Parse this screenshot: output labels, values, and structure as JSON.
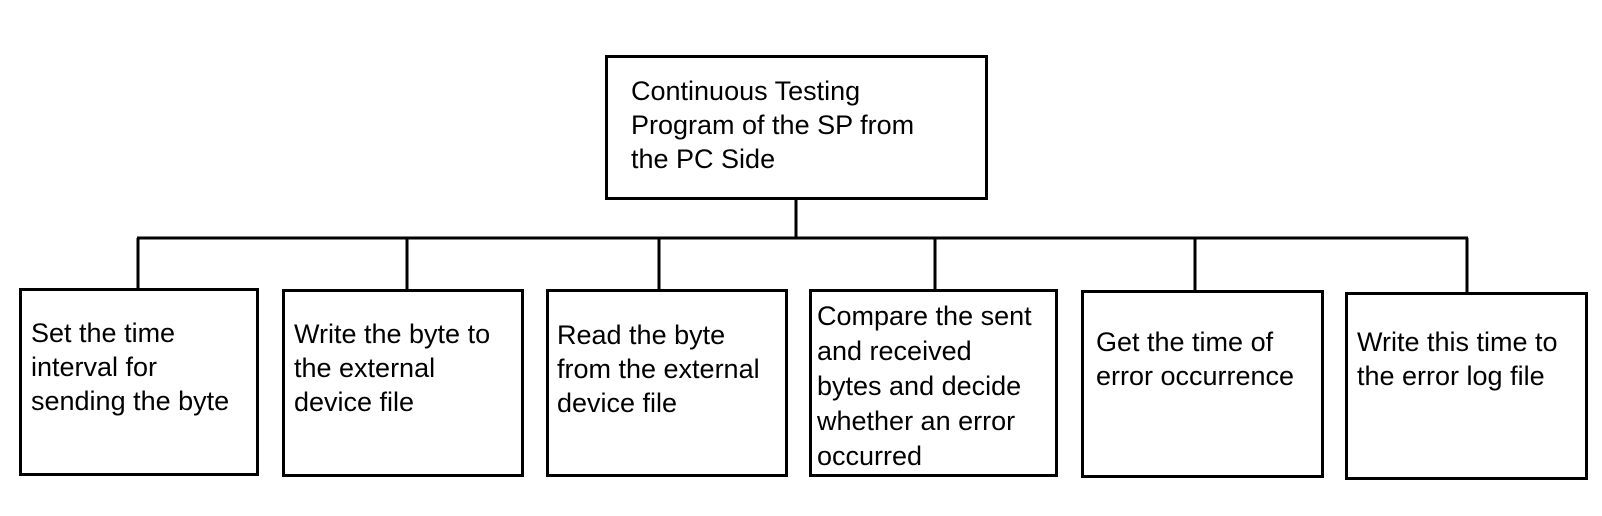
{
  "diagram": {
    "root": {
      "lines": [
        "Continuous Testing",
        "Program of the SP from",
        "the PC Side"
      ]
    },
    "children": [
      {
        "lines": [
          "Set the time",
          "interval for",
          "sending the byte"
        ]
      },
      {
        "lines": [
          "Write the byte to",
          "the external",
          "device file"
        ]
      },
      {
        "lines": [
          "Read the byte",
          "from the external",
          "device file"
        ]
      },
      {
        "lines": [
          "Compare the sent",
          "and received",
          "bytes and decide",
          "whether an error",
          "occurred"
        ]
      },
      {
        "lines": [
          "Get the time of",
          "error occurrence"
        ]
      },
      {
        "lines": [
          "Write this time to",
          "the error log file"
        ]
      }
    ]
  }
}
